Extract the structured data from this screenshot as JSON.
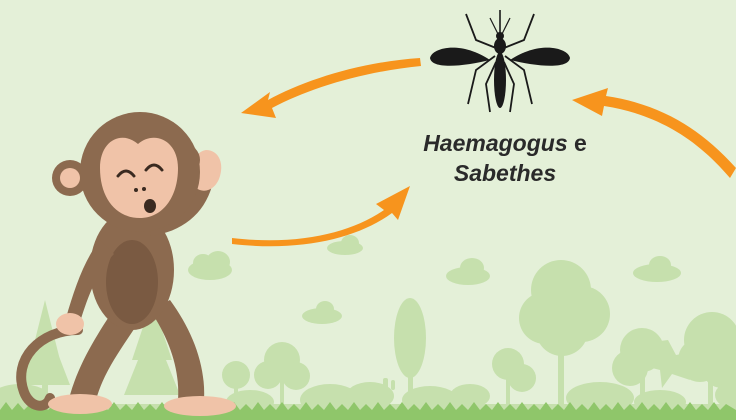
{
  "diagram": {
    "genus_1": "Haemagogus",
    "conjunction": "e",
    "genus_2": "Sabethes",
    "colors": {
      "background": "#e4f0d8",
      "arrow": "#f7941d",
      "monkey_body": "#8c6a4f",
      "monkey_face": "#f0c3a8",
      "mosquito": "#1a1a1a",
      "foliage": "#c6e0ad"
    },
    "icons": [
      "mosquito-icon",
      "monkey-icon"
    ],
    "arrows": [
      "arrow-mosquito-to-monkey",
      "arrow-monkey-to-mosquito",
      "arrow-from-right-to-mosquito"
    ]
  }
}
